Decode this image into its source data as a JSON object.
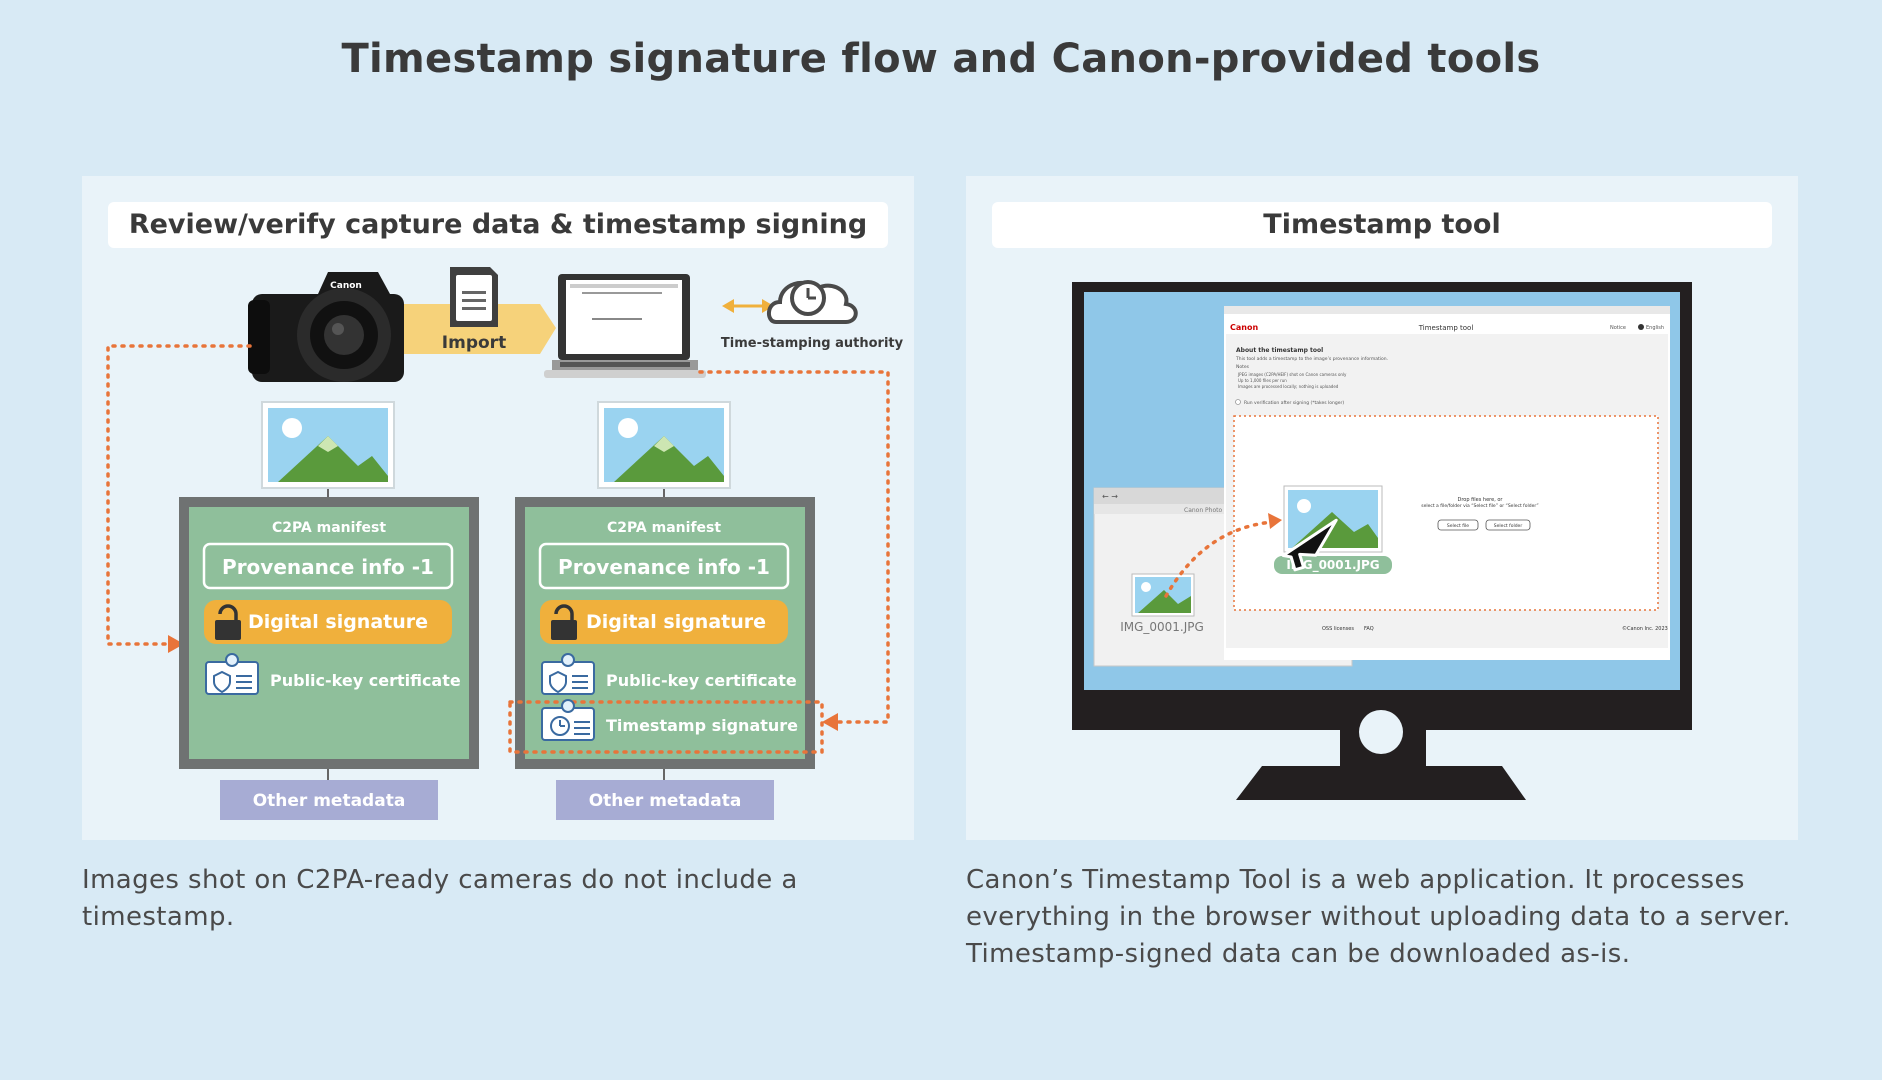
{
  "page": {
    "title": "Timestamp signature flow and Canon-provided tools"
  },
  "left_panel": {
    "header": "Review/verify capture data & timestamp signing",
    "camera_brand": "Canon",
    "import_label": "Import",
    "tsa_label": "Time-stamping authority",
    "manifest_before": {
      "title": "C2PA manifest",
      "provenance": "Provenance info -1",
      "signature": "Digital signature",
      "certificate": "Public-key certificate",
      "other": "Other metadata"
    },
    "manifest_after": {
      "title": "C2PA manifest",
      "provenance": "Provenance info -1",
      "signature": "Digital signature",
      "certificate": "Public-key certificate",
      "timestamp": "Timestamp signature",
      "other": "Other metadata"
    },
    "caption": "Images shot on C2PA-ready cameras do not include a timestamp."
  },
  "right_panel": {
    "header": "Timestamp tool",
    "app": {
      "logo": "Canon",
      "title": "Timestamp tool",
      "notice_link": "Notice",
      "language": "English",
      "about_heading": "About the timestamp tool",
      "about_text": "This tool adds a timestamp to the image’s provenance information.",
      "notes_label": "Notes",
      "notes": [
        "JPEG images (C2PA/HEIF) shot on Canon cameras only",
        "Up to 1,000 files per run",
        "Images are processed locally; nothing is uploaded"
      ],
      "verify_option": "Run verification after signing (*takes longer)",
      "drop_line1": "Drop files here, or",
      "drop_line2": "select a file/folder via “Select file” or “Select folder”",
      "select_file": "Select file",
      "select_folder": "Select folder",
      "footer_left": "OSS licenses",
      "footer_mid": "FAQ",
      "footer_right": "©Canon Inc. 2023",
      "dragged_file": "IMG_0001.JPG"
    },
    "file_window": {
      "title": "Canon Photo Data",
      "file": "IMG_0001.JPG"
    },
    "caption": "Canon’s Timestamp Tool is a web application. It processes everything in the browser without uploading data to a server. Timestamp-signed data can be downloaded as-is."
  },
  "colors": {
    "background": "#d8eaf5",
    "manifest_green": "#8fbf9b",
    "manifest_border": "#6f7272",
    "signature_orange": "#f0b03c",
    "arrow_orange": "#e8743a",
    "other_metadata": "#a7acd4",
    "import_arrow": "#f6d27a"
  },
  "icons": [
    "camera-icon",
    "document-icon",
    "laptop-icon",
    "cloud-clock-icon",
    "image-icon",
    "lock-icon",
    "certificate-icon",
    "clock-certificate-icon",
    "cursor-icon",
    "monitor-icon"
  ]
}
